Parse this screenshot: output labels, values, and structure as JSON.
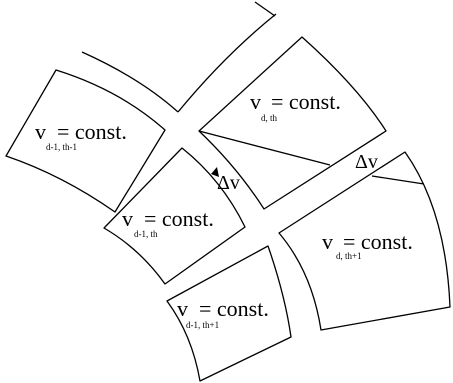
{
  "cells": [
    {
      "id": "d-1_th-1",
      "var": "v",
      "eq": "= const.",
      "sub": "d-1, th-1"
    },
    {
      "id": "d_th",
      "var": "v",
      "eq": "= const.",
      "sub": "d, th"
    },
    {
      "id": "d-1_th",
      "var": "v",
      "eq": "= const.",
      "sub": "d-1, th"
    },
    {
      "id": "d_th+1",
      "var": "v",
      "eq": "= const.",
      "sub": "d, th+1"
    },
    {
      "id": "d-1_th+1",
      "var": "v",
      "eq": "= const.",
      "sub": "d-1, th+1"
    }
  ],
  "deltas": [
    {
      "label": "Δv"
    },
    {
      "label": "Δv"
    }
  ]
}
